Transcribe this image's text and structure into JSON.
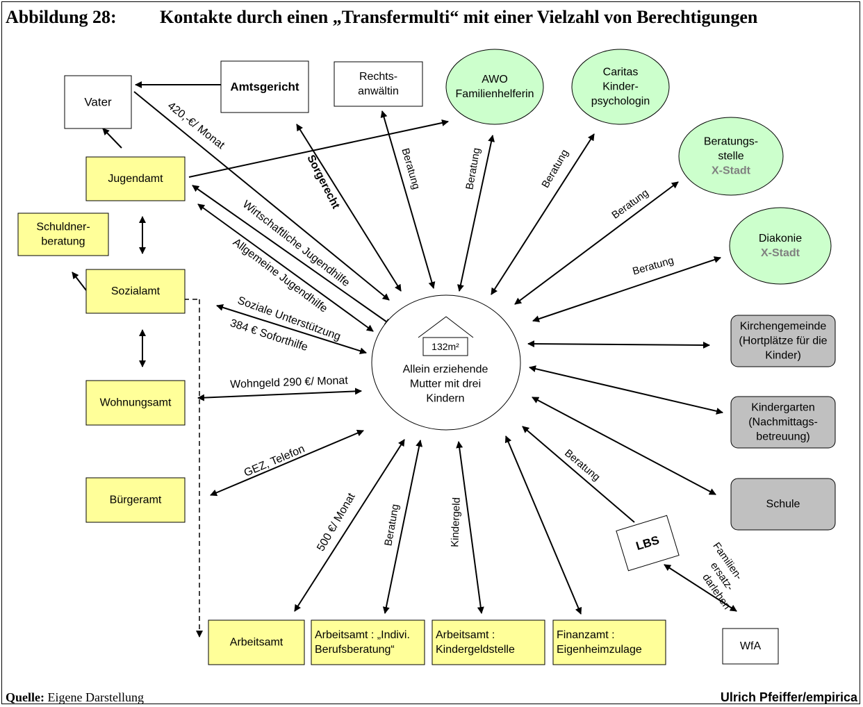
{
  "title": {
    "number": "Abbildung 28:",
    "text": "Kontakte durch einen „Transfermulti“ mit einer Vielzahl von Berechtigungen"
  },
  "colors": {
    "yellow": "#ffff99",
    "green": "#ccffcc",
    "gray": "#c0c0c0",
    "white": "#ffffff",
    "line": "#000000",
    "muted_text": "#808080"
  },
  "center": {
    "house_label": "132m²",
    "lines": [
      "Allein erziehende",
      "Mutter mit drei",
      "Kindern"
    ]
  },
  "nodes": {
    "vater": [
      "Vater"
    ],
    "amtsgericht": [
      "Amtsgericht"
    ],
    "rechtsanwaeltin": [
      "Rechts-",
      "anwältin"
    ],
    "awo": [
      "AWO",
      "Familienhelferin"
    ],
    "caritas": [
      "Caritas",
      "Kinder-",
      "psychologin"
    ],
    "beratungsstelle": [
      "Beratungs-",
      "stelle",
      "X-Stadt"
    ],
    "diakonie": [
      "Diakonie",
      "X-Stadt"
    ],
    "jugendamt": [
      "Jugendamt"
    ],
    "schuldnerberatung": [
      "Schuldner-",
      "beratung"
    ],
    "sozialamt": [
      "Sozialamt"
    ],
    "wohnungsamt": [
      "Wohnungsamt"
    ],
    "buergeramt": [
      "Bürgeramt"
    ],
    "kirchengemeinde": [
      "Kirchengemeinde",
      "(Hortplätze für die",
      "Kinder)"
    ],
    "kindergarten": [
      "Kindergarten",
      "(Nachmittags-",
      "betreuung)"
    ],
    "schule": [
      "Schule"
    ],
    "lbs": [
      "LBS"
    ],
    "wfa": [
      "WfA"
    ],
    "arbeitsamt": [
      "Arbeitsamt"
    ],
    "arbeitsamt_beruf": [
      "Arbeitsamt : „Indivi.",
      "Berufsberatung“"
    ],
    "arbeitsamt_kindergeld": [
      "Arbeitsamt :",
      "Kindergeldstelle"
    ],
    "finanzamt": [
      "Finanzamt :",
      "Eigenheimzulage"
    ]
  },
  "edge_labels": {
    "vater_monat": "420,-€/ Monat",
    "sorgerecht": "Sorgerecht",
    "beratung": "Beratung",
    "wirtschaftliche_jugendhilfe": "Wirtschaftliche Jugendhilfe",
    "allgemeine_jugendhilfe": "Allgemeine Jugendhilfe",
    "soziale_unterstuetzung": "Soziale Unterstützung",
    "soforthilfe": "384 € Soforthilfe",
    "wohngeld": "Wohngeld 290 €/ Monat",
    "gez": "GEZ, Telefon",
    "arbeitsamt_monat": "500 €/ Monat",
    "kindergeld": "Kindergeld",
    "familienersatzdarlehen": [
      "Familien-",
      "ersatz-",
      "darlehen"
    ]
  },
  "footer": {
    "source_label": "Quelle:",
    "source_text": "Eigene Darstellung",
    "author": "Ulrich Pfeiffer/empirica"
  }
}
